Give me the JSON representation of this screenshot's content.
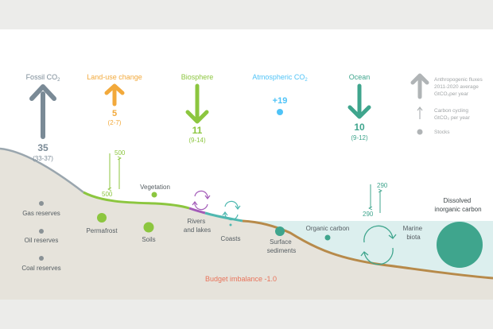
{
  "colors": {
    "fossil": "#7a8a96",
    "landuse": "#f2a93b",
    "biosphere": "#8cc63f",
    "atmosphere": "#4fc3f7",
    "ocean": "#3fa58d",
    "legend": "#b0b4b6",
    "budget": "#e8735a",
    "land": "#e6e3db",
    "sea": "#dcefee",
    "stock": "#8a9296"
  },
  "fluxes": {
    "fossil": {
      "label": "Fossil CO",
      "sub": "2",
      "value": "35",
      "range": "(33-37)"
    },
    "landuse": {
      "label": "Land-use change",
      "value": "5",
      "range": "(2-7)"
    },
    "biosphere": {
      "label": "Biosphere",
      "value": "11",
      "range": "(9-14)"
    },
    "atmosphere": {
      "label": "Atmospheric CO",
      "sub": "2",
      "value": "+19"
    },
    "ocean": {
      "label": "Ocean",
      "value": "10",
      "range": "(9-12)"
    }
  },
  "legend": {
    "anthropogenic": [
      "Anthropogenic fluxes",
      "2011-2020  average",
      "GtCO₂per year"
    ],
    "cycling": [
      "Carbon cycling",
      "GtCO₂ per year"
    ],
    "stocks": "Stocks"
  },
  "land_cycle": {
    "down": "500",
    "up": "500"
  },
  "ocean_cycle": {
    "up": "290",
    "down": "290"
  },
  "stocks": {
    "gas": "Gas reserves",
    "oil": "Oil reserves",
    "coal": "Coal reserves",
    "permafrost": "Permafrost",
    "soils": "Soils",
    "vegetation": "Vegetation",
    "rivers": [
      "Rivers",
      "and lakes"
    ],
    "coasts": "Coasts",
    "sediments": [
      "Surface",
      "sediments"
    ],
    "organic_carbon": "Organic carbon",
    "marine_biota": [
      "Marine",
      "biota"
    ],
    "dissolved": [
      "Dissolved",
      "inorganic carbon"
    ]
  },
  "budget_imbalance": "Budget imbalance -1.0"
}
